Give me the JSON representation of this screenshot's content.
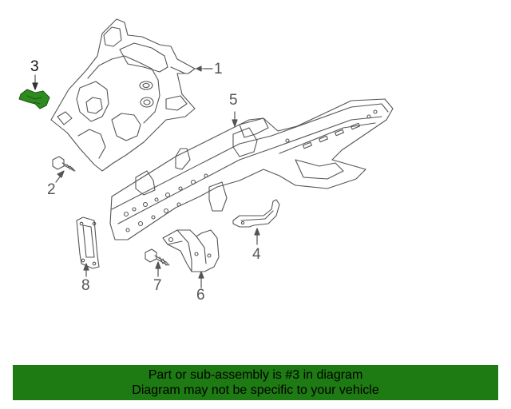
{
  "diagram": {
    "callouts": [
      {
        "id": "1",
        "label": "1",
        "highlighted": false
      },
      {
        "id": "2",
        "label": "2",
        "highlighted": false
      },
      {
        "id": "3",
        "label": "3",
        "highlighted": true
      },
      {
        "id": "4",
        "label": "4",
        "highlighted": false
      },
      {
        "id": "5",
        "label": "5",
        "highlighted": false
      },
      {
        "id": "6",
        "label": "6",
        "highlighted": false
      },
      {
        "id": "7",
        "label": "7",
        "highlighted": false
      },
      {
        "id": "8",
        "label": "8",
        "highlighted": false
      }
    ],
    "highlight_color": "#2e8b1f",
    "line_color": "#555555"
  },
  "banner": {
    "line1": "Part or sub-assembly is #3 in diagram",
    "line2": "Diagram may not be specific to your vehicle",
    "background": "#1e7a12"
  }
}
